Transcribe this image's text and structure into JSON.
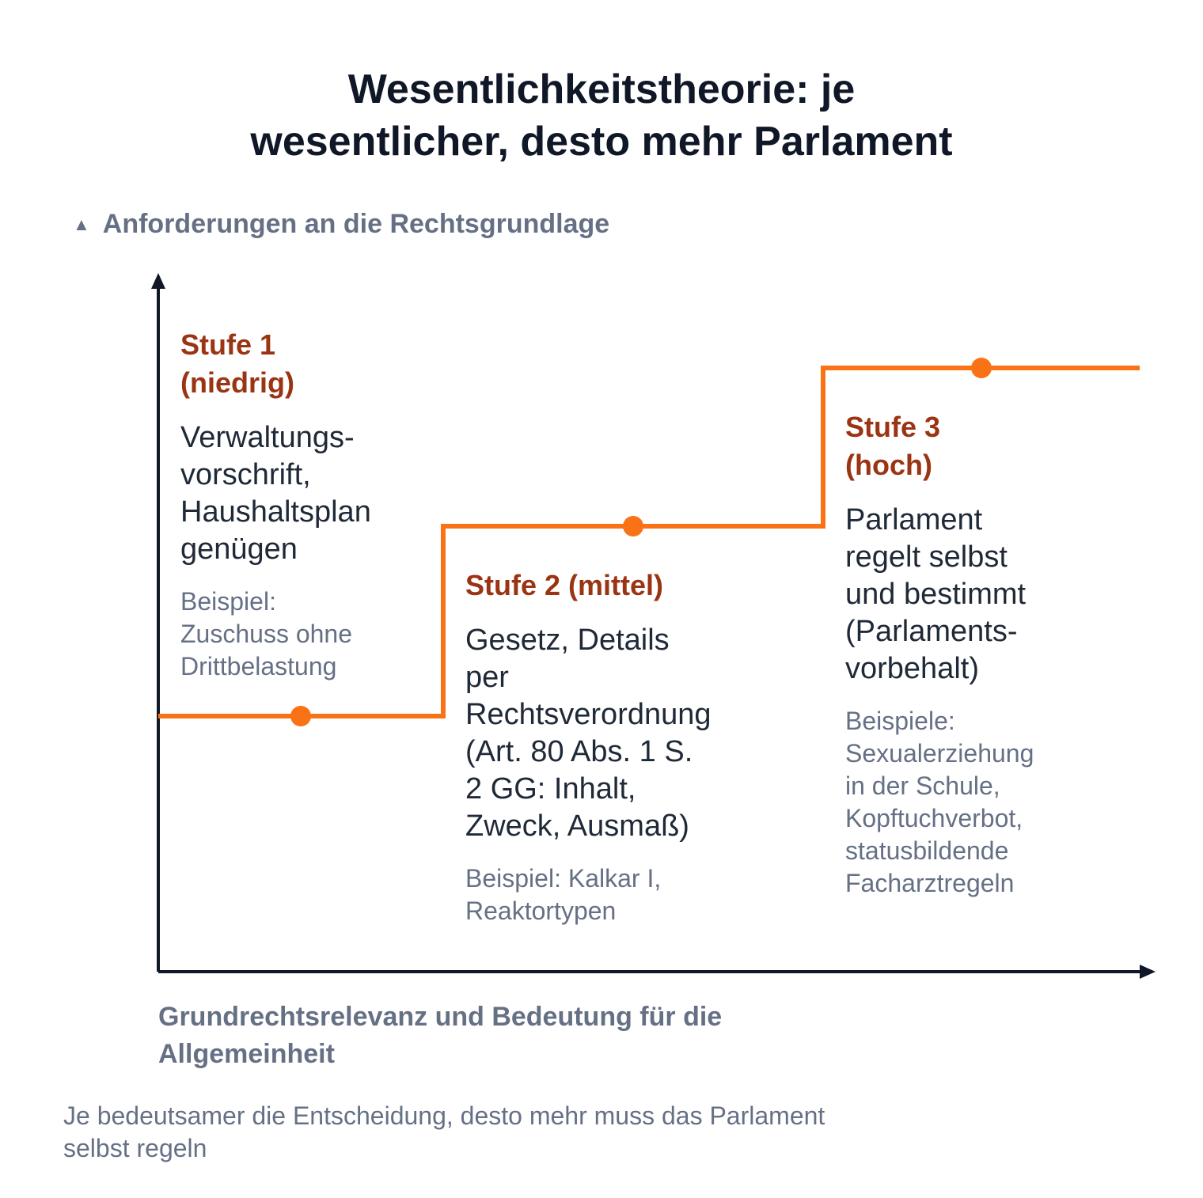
{
  "title": "Wesentlichkeitstheorie: je\nwesentlicher, desto mehr Parlament",
  "y_axis_label": "Anforderungen an die Rechtsgrundlage",
  "x_axis_label": "Grundrechtsrelevanz und Bedeutung für die\nAllgemeinheit",
  "caption": "Je bedeutsamer die Entscheidung, desto mehr muss das Parlament\nselbst regeln",
  "icons": {
    "y_axis_marker": "triangle-up-icon"
  },
  "colors": {
    "step_line": "#f97316",
    "stage_title": "#9a3412",
    "axis": "#101828",
    "muted_text": "#667085"
  },
  "stages": [
    {
      "title": "Stufe 1\n(niedrig)",
      "description": "Verwaltungs-\nvorschrift,\nHaushaltsplan\ngenügen",
      "example": "Beispiel:\nZuschuss ohne\nDrittbelastung",
      "level": 1
    },
    {
      "title": "Stufe 2 (mittel)",
      "description": "Gesetz, Details\nper\nRechtsverordnung\n(Art. 80 Abs. 1 S.\n2 GG: Inhalt,\nZweck, Ausmaß)",
      "example": "Beispiel: Kalkar I,\nReaktortypen",
      "level": 2
    },
    {
      "title": "Stufe 3\n(hoch)",
      "description": "Parlament\nregelt selbst\nund bestimmt\n(Parlaments-\nvorbehalt)",
      "example": "Beispiele:\nSexualerziehung\nin der Schule,\nKopftuchverbot,\nstatusbildende\nFacharztregeln",
      "level": 3
    }
  ]
}
